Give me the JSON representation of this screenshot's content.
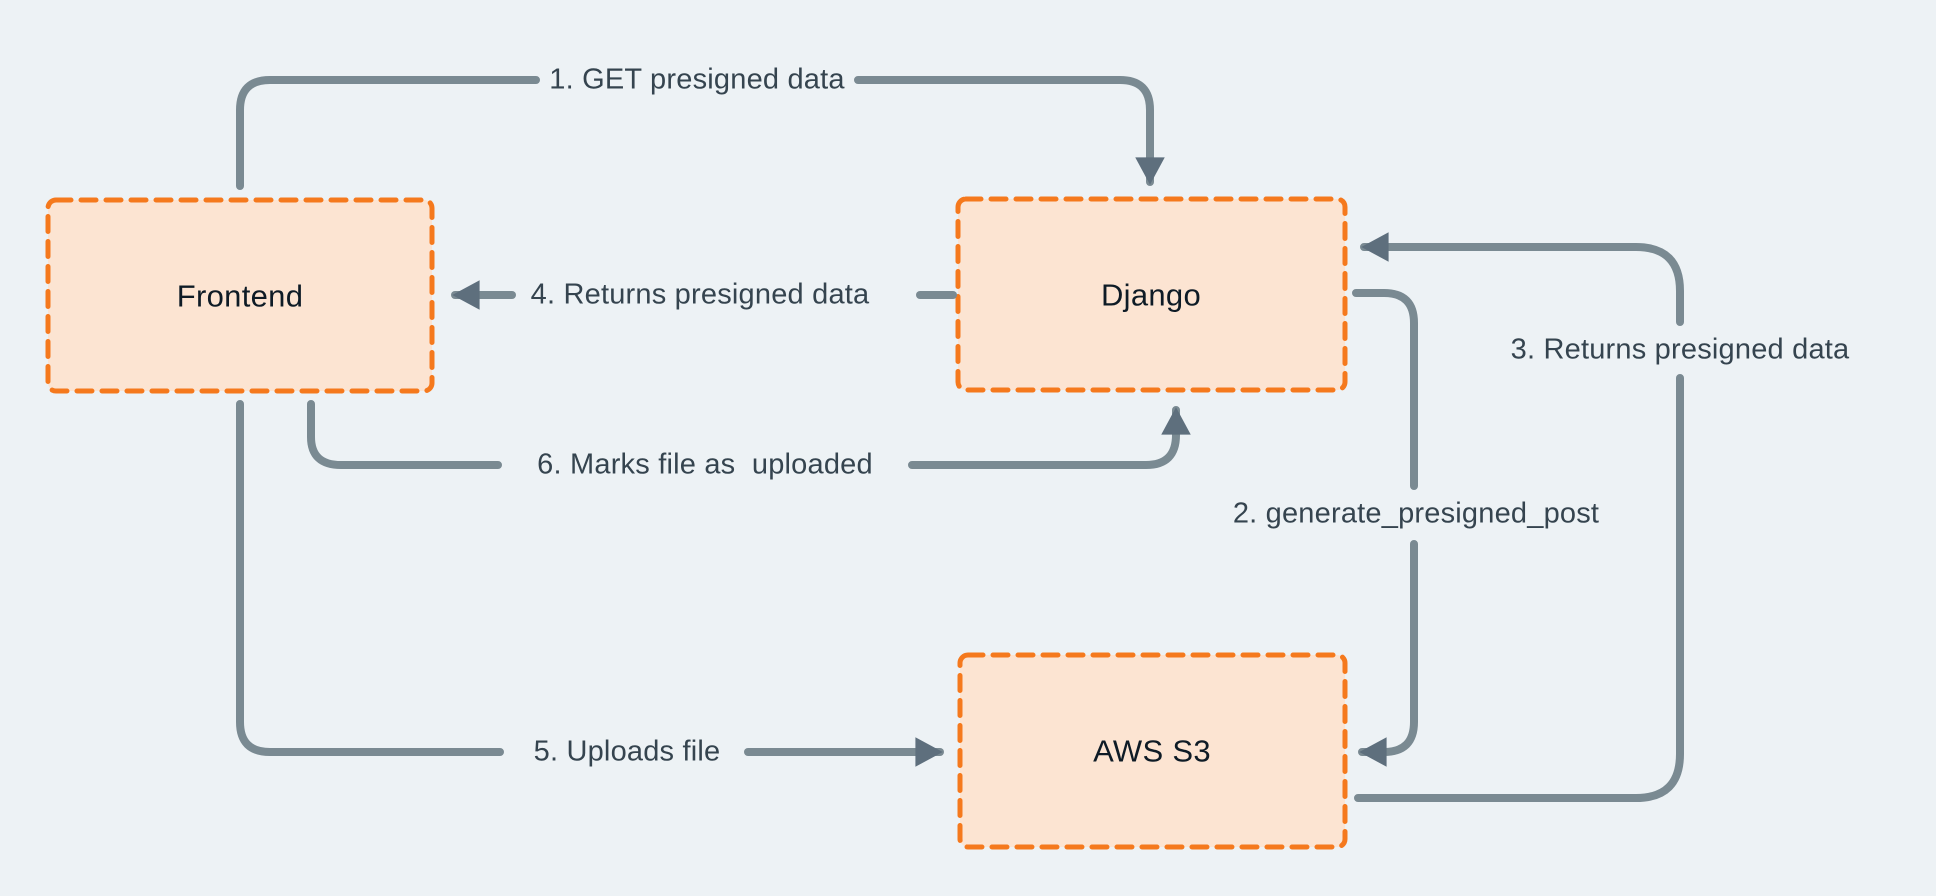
{
  "diagram": {
    "title_hint": "Presigned S3 upload flow",
    "colors": {
      "background": "#edf2f5",
      "node-fill": "#fce4d2",
      "node-border": "#f5791d",
      "line": "#7a8a92",
      "arrowhead": "#5e6f7d",
      "edge-label": "#35444f",
      "node-label": "#0e1b26"
    },
    "nodes": {
      "frontend": {
        "label": "Frontend"
      },
      "django": {
        "label": "Django"
      },
      "aws_s3": {
        "label": "AWS S3"
      }
    },
    "edges": {
      "e1": {
        "label": "1. GET presigned data",
        "from": "Frontend",
        "to": "Django"
      },
      "e2": {
        "label": "2. generate_presigned_post",
        "from": "Django",
        "to": "AWS S3"
      },
      "e3": {
        "label": "3. Returns presigned data",
        "from": "AWS S3",
        "to": "Django"
      },
      "e4": {
        "label": "4. Returns presigned data",
        "from": "Django",
        "to": "Frontend"
      },
      "e5": {
        "label": "5. Uploads file",
        "from": "Frontend",
        "to": "AWS S3"
      },
      "e6": {
        "label": "6. Marks file as  uploaded",
        "from": "Frontend",
        "to": "Django"
      }
    }
  }
}
